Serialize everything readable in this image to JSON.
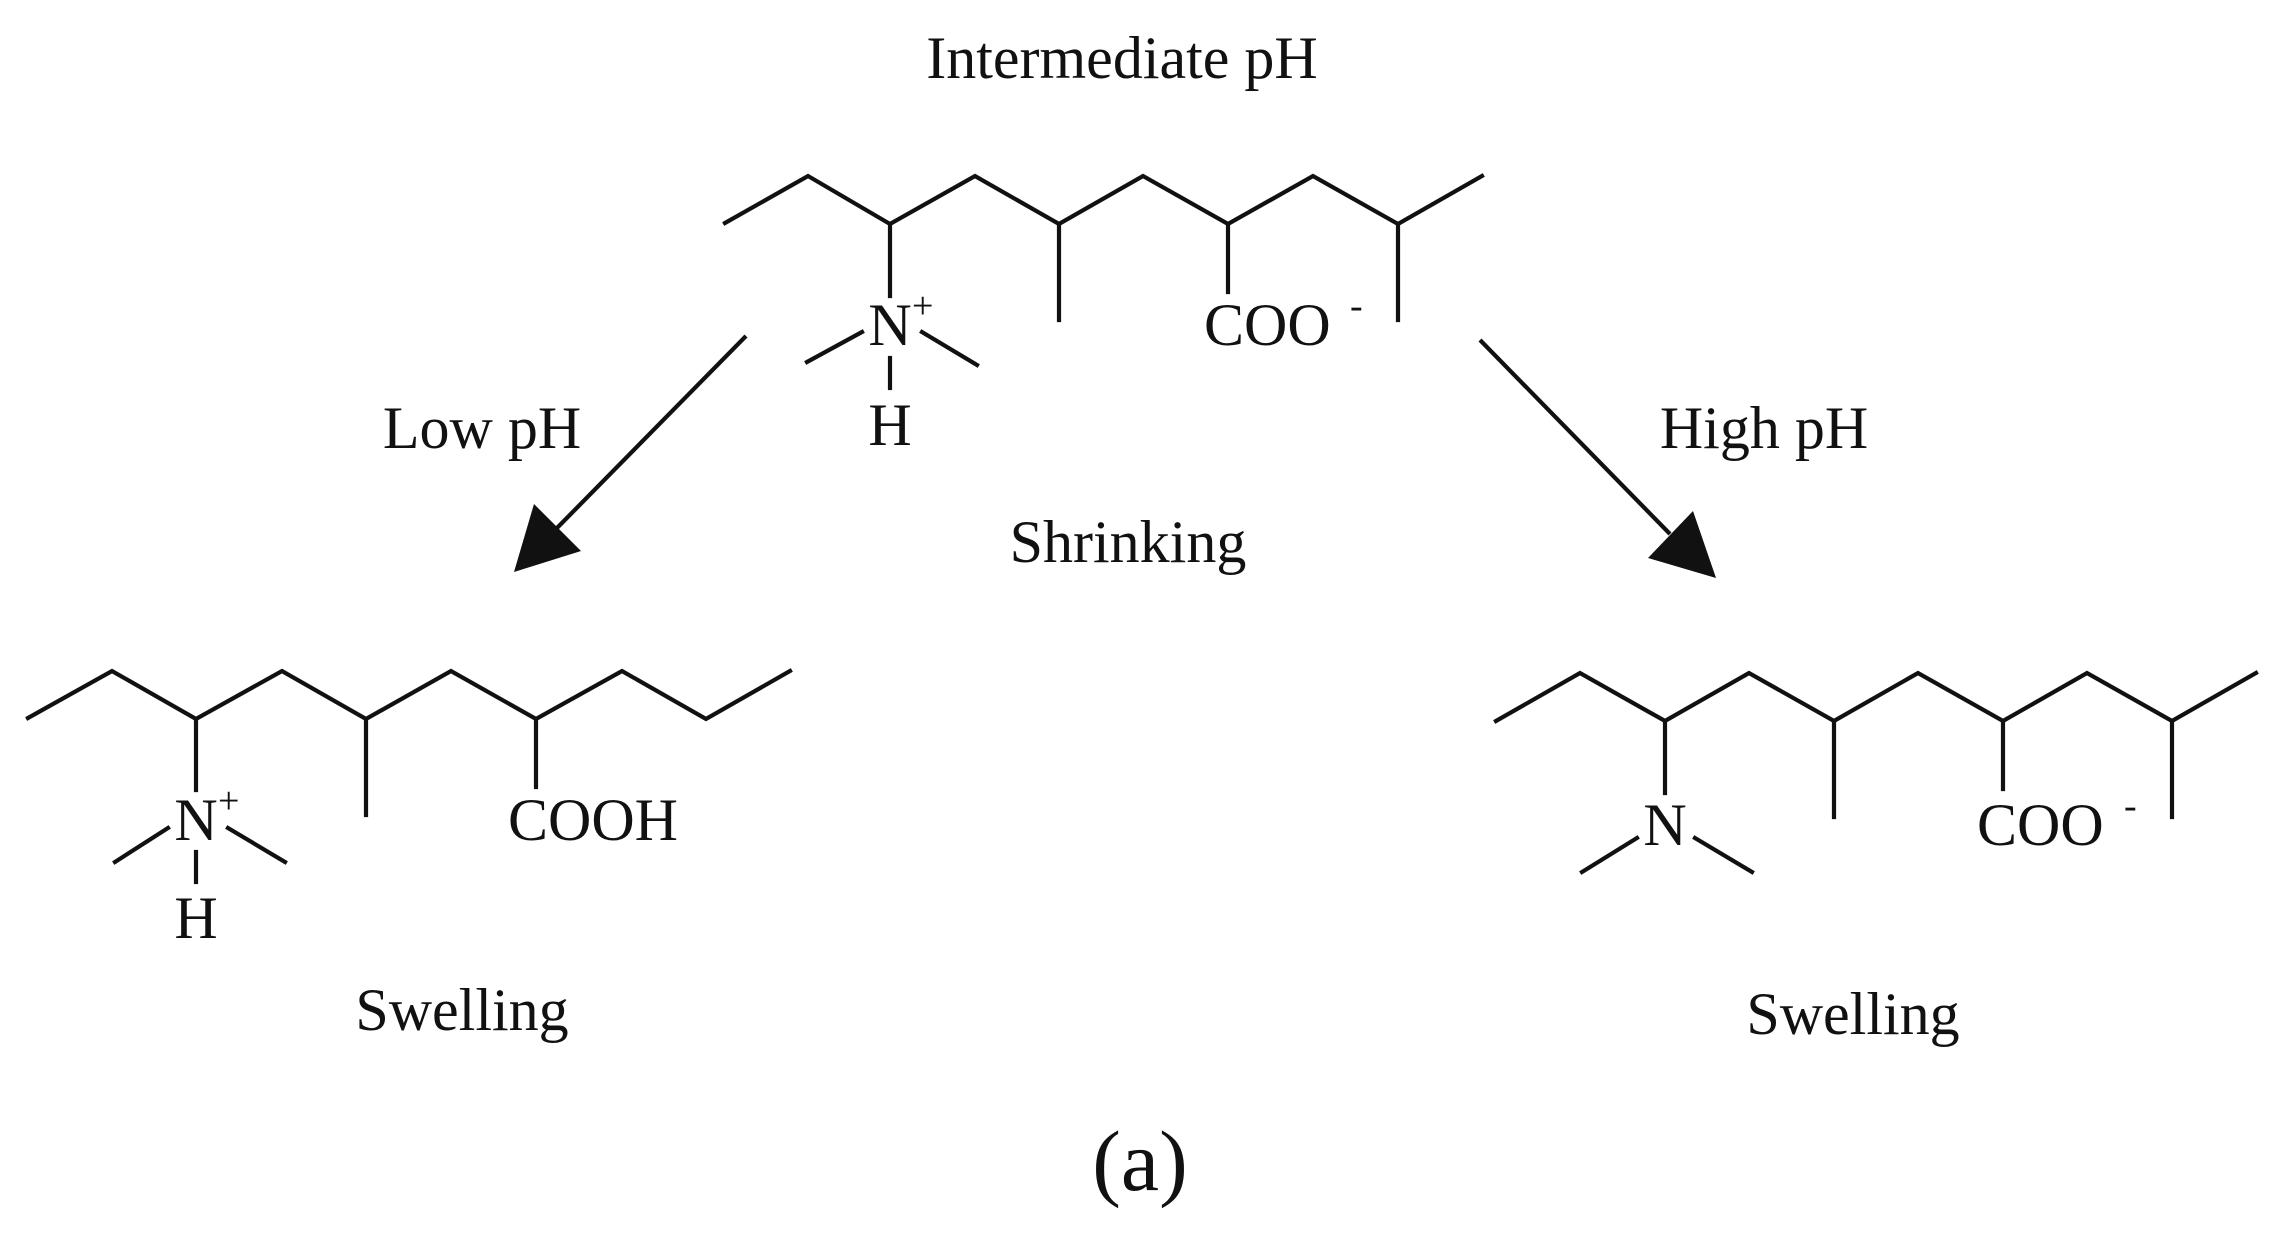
{
  "figure": {
    "panel_label": "(a)",
    "top": {
      "condition": "Intermediate pH",
      "state": "Shrinking",
      "amine": {
        "atom": "N",
        "charge": "+",
        "hydrogen": "H"
      },
      "acid": {
        "group": "COO",
        "charge": "-"
      }
    },
    "left": {
      "condition": "Low pH",
      "state": "Swelling",
      "amine": {
        "atom": "N",
        "charge": "+",
        "hydrogen": "H"
      },
      "acid": {
        "group": "COOH"
      }
    },
    "right": {
      "condition": "High pH",
      "state": "Swelling",
      "amine": {
        "atom": "N"
      },
      "acid": {
        "group": "COO",
        "charge": "-"
      }
    }
  },
  "colors": {
    "ink": "#111111",
    "background": "#ffffff"
  }
}
